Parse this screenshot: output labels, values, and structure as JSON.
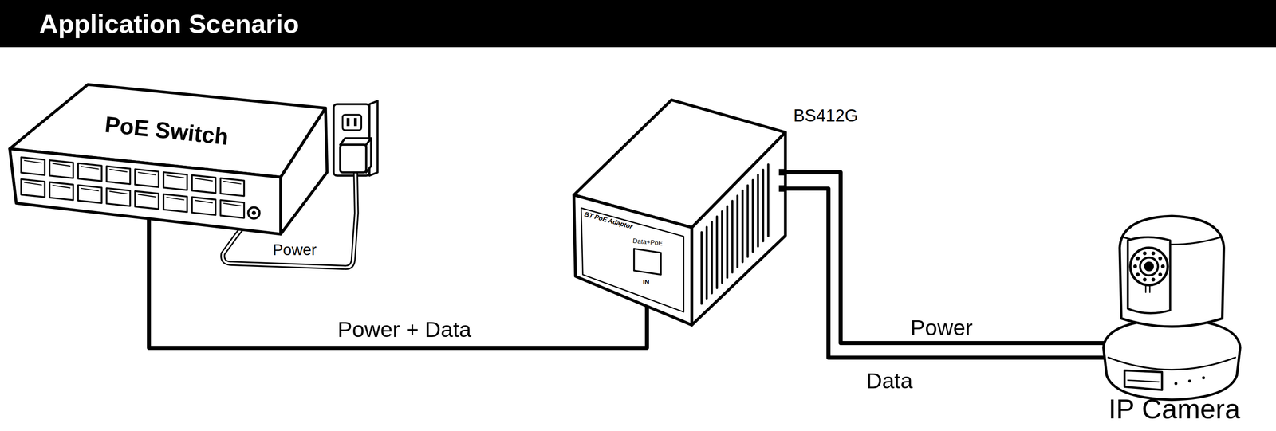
{
  "diagram": {
    "title": "Application Scenario",
    "nodes": [
      {
        "text": [
          "PoE Switch"
        ]
      },
      {
        "text": [
          "BS412G",
          "BT PoE Adaptor",
          "Data+PoE",
          "IN"
        ]
      },
      {
        "text": [
          "IP Camera"
        ]
      }
    ],
    "edges": [
      {
        "from": 0,
        "to": 1,
        "label": "Power + Data",
        "arrow": "none"
      },
      {
        "from": 1,
        "to": 2,
        "label": "Power",
        "arrow": "none"
      },
      {
        "from": 1,
        "to": 2,
        "label": "Data",
        "arrow": "none"
      }
    ],
    "labels": [
      "Power"
    ]
  }
}
